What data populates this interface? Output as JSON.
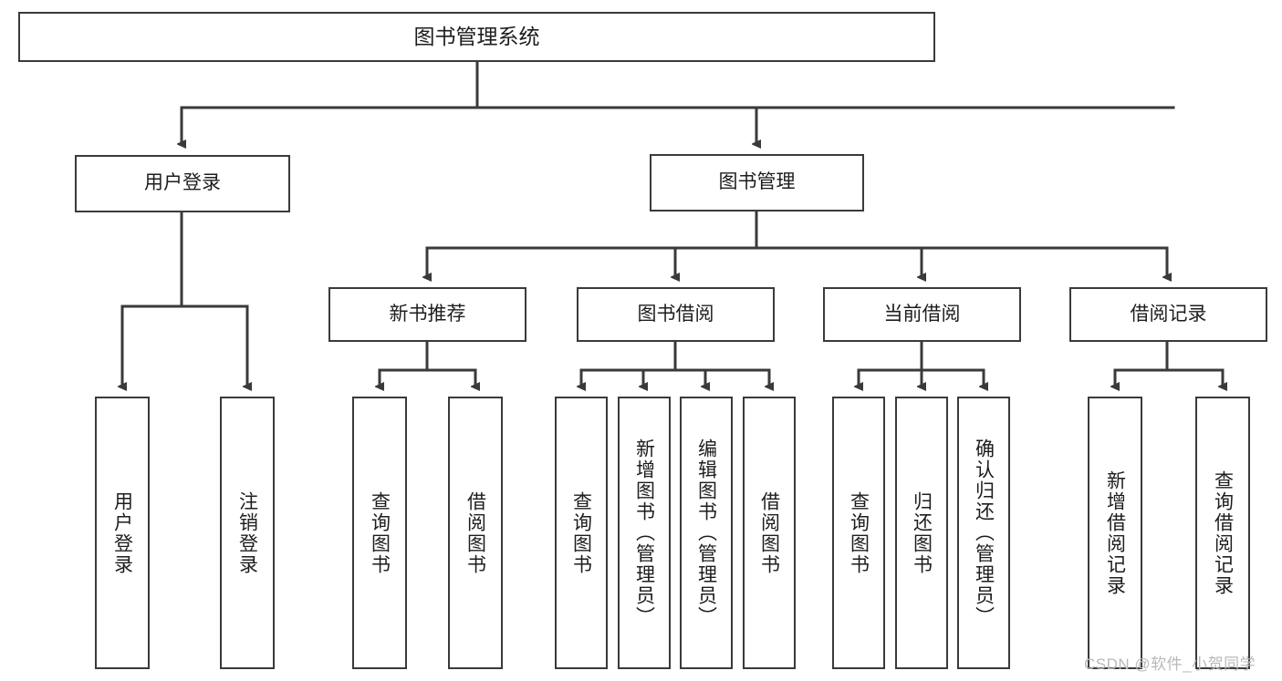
{
  "diagram": {
    "type": "tree-hierarchy",
    "title": "图书管理系统",
    "orientation": "top-down",
    "colors": {
      "stroke": "#3a3a3a",
      "fill": "#ffffff",
      "text": "#1d1d1d",
      "watermark": "#b9b9b9"
    },
    "root": {
      "id": "root",
      "label": "图书管理系统"
    },
    "level1": [
      {
        "id": "user-login",
        "label": "用户登录"
      },
      {
        "id": "book-manage",
        "label": "图书管理"
      }
    ],
    "level2": [
      {
        "id": "new-book-recommend",
        "label": "新书推荐",
        "parent": "book-manage"
      },
      {
        "id": "book-borrow",
        "label": "图书借阅",
        "parent": "book-manage"
      },
      {
        "id": "current-borrow",
        "label": "当前借阅",
        "parent": "book-manage"
      },
      {
        "id": "borrow-record",
        "label": "借阅记录",
        "parent": "book-manage"
      }
    ],
    "leaves": [
      {
        "id": "leaf-user-login",
        "label": "用户登录",
        "parent": "user-login"
      },
      {
        "id": "leaf-logout",
        "label": "注销登录",
        "parent": "user-login"
      },
      {
        "id": "leaf-query-book-1",
        "label": "查询图书",
        "parent": "new-book-recommend"
      },
      {
        "id": "leaf-borrow-book-1",
        "label": "借阅图书",
        "parent": "new-book-recommend"
      },
      {
        "id": "leaf-query-book-2",
        "label": "查询图书",
        "parent": "book-borrow"
      },
      {
        "id": "leaf-add-book",
        "label": "新增图书（管理员）",
        "parent": "book-borrow"
      },
      {
        "id": "leaf-edit-book",
        "label": "编辑图书（管理员）",
        "parent": "book-borrow"
      },
      {
        "id": "leaf-borrow-book-2",
        "label": "借阅图书",
        "parent": "book-borrow"
      },
      {
        "id": "leaf-query-book-3",
        "label": "查询图书",
        "parent": "current-borrow"
      },
      {
        "id": "leaf-return-book",
        "label": "归还图书",
        "parent": "current-borrow"
      },
      {
        "id": "leaf-confirm-return",
        "label": "确认归还（管理员）",
        "parent": "current-borrow"
      },
      {
        "id": "leaf-add-record",
        "label": "新增借阅记录",
        "parent": "borrow-record"
      },
      {
        "id": "leaf-query-record",
        "label": "查询借阅记录",
        "parent": "borrow-record"
      }
    ]
  },
  "watermark": {
    "text": "CSDN @软件_小贺同学"
  }
}
